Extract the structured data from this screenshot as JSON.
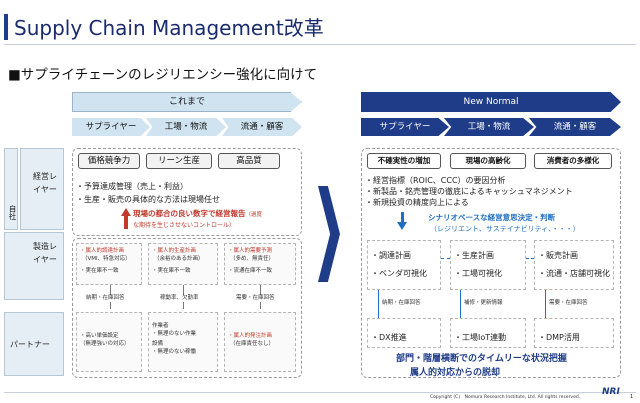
{
  "title": "Supply Chain Management改革",
  "subtitle": "■サプライチェーンのレジリエンシー強化に向けて",
  "left": {
    "header": "これまで",
    "chevrons": [
      "サプライヤー",
      "工場・物流",
      "流通・顧客"
    ],
    "rows": [
      "経営レイヤー",
      "製造レイヤー",
      "パートナー"
    ],
    "row_side": "自社",
    "mgmt_pills": [
      "価格競争力",
      "リーン生産",
      "高品質"
    ],
    "mgmt_bullets": [
      "・予算達成管理（売上・利益）",
      "・生産・販売の具体的な方法は現場任せ"
    ],
    "note_line1": "現場の都合の良い数字で経営報告",
    "note_line1_small": "（過度",
    "note_line2": "な期待を生じさせないコントロール）",
    "mfg": [
      [
        "・属人的調達計画",
        "（VMI、特急対応）",
        "・実在庫不一致"
      ],
      [
        "・属人的生産計画",
        "（余裕のある計画）",
        "・実在庫不一致"
      ],
      [
        "・属人的需要予測",
        "（多め、無責任）",
        "・流通在庫不一致"
      ]
    ],
    "mfg_links": [
      "納期・在庫回答",
      "稼動率、欠勤率",
      "需要・在庫回答"
    ],
    "partner": [
      [
        "・高い単価設定",
        "（無理強いの対応）"
      ],
      [
        "作業者",
        "・無理のない作業",
        "設備",
        "・無理のない稼働"
      ],
      [
        "・属人的発注計画",
        "（在庫責任なし）"
      ]
    ]
  },
  "right": {
    "header": "New Normal",
    "chevrons": [
      "サプライヤー",
      "工場・物流",
      "流通・顧客"
    ],
    "mgmt_pills": [
      "不確実性の増加",
      "現場の高齢化",
      "消費者の多様化"
    ],
    "mgmt_bullets": [
      "・経営指標（ROIC、CCC）の要因分析",
      "・新製品・銘売管理の徹底によるキャッシュマネジメント",
      "・新規投資の精度向上による"
    ],
    "decision_line1": "シナリオベースな経営意思決定・判断",
    "decision_line2": "（レジリエント、サステイナビリティ、・・・）",
    "mfg": [
      [
        "・調達計画",
        "・ベンダ可視化"
      ],
      [
        "・生産計画",
        "・工場可視化"
      ],
      [
        "・販売計画",
        "・流通・店舗可視化"
      ]
    ],
    "mfg_links": [
      "納期・在庫回答",
      "補修・更新情報",
      "需要・在庫回答"
    ],
    "partner": [
      "・DX推進",
      "・工場IoT連動",
      "・DMP活用"
    ],
    "bottom_line1": "部門・階層横断でのタイムリーな状況把握",
    "bottom_line2": "属人的対応からの脱却"
  },
  "footer": {
    "copyright": "Copyright (C)　Nomura Research Institute, Ltd. All rights reserved.",
    "logo": "NRI",
    "page": "1"
  },
  "colors": {
    "navy": "#1f3c88",
    "light_blue": "#cfe3f0",
    "red": "#c0392b"
  }
}
